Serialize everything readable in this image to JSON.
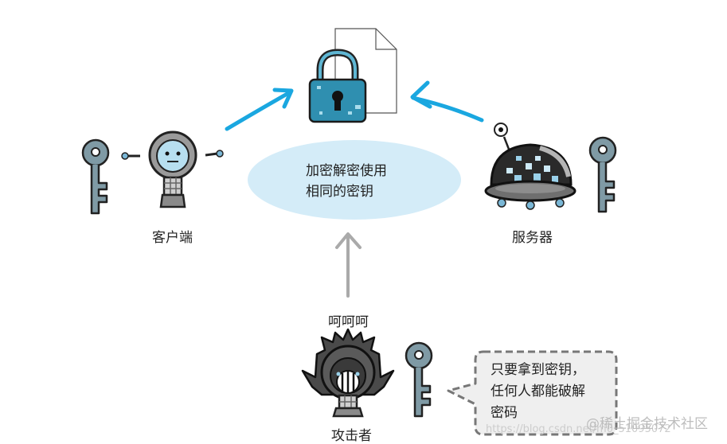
{
  "center_note": {
    "line1": "加密解密使用",
    "line2": "相同的密钥"
  },
  "labels": {
    "client": "客户端",
    "server": "服务器",
    "attacker": "攻击者",
    "attacker_speech": "呵呵呵"
  },
  "bubble": {
    "line1": "只要拿到密钥，",
    "line2": "任何人都能破解",
    "line3": "密码"
  },
  "watermark": {
    "text": "@稀土掘金技术社区",
    "url": "https://blog.csdn.net/m0_51095072"
  },
  "icons": [
    "padlock-icon",
    "document-icon",
    "key-icon",
    "client-robot-icon",
    "server-robot-icon",
    "attacker-icon"
  ],
  "colors": {
    "arrow_blue": "#1aa7e0",
    "ellipse": "#d4ecf8",
    "lock_teal": "#2f8fb0",
    "key_grey": "#7f9aa5",
    "arrow_grey": "#aaaaaa"
  }
}
